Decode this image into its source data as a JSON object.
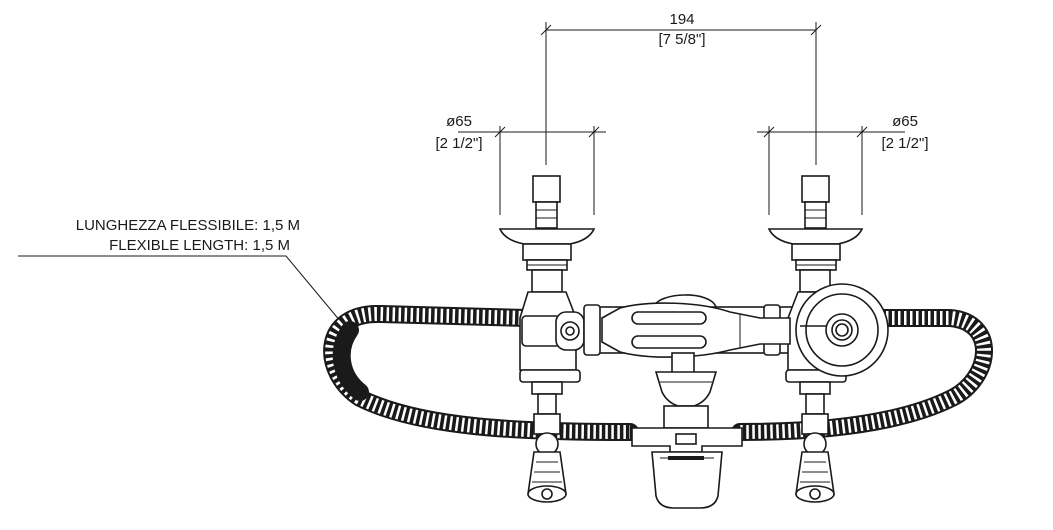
{
  "labels": {
    "width_mm": "194",
    "width_in": "[7 5/8\"]",
    "left_diameter_mm": "ø65",
    "left_diameter_in": "[2 1/2\"]",
    "right_diameter_mm": "ø65",
    "right_diameter_in": "[2 1/2\"]",
    "hose_it": "LUNGHEZZA FLESSIBILE: 1,5 M",
    "hose_en": "FLEXIBLE LENGTH: 1,5 M"
  },
  "colors": {
    "line": "#1a1a1a",
    "background": "#ffffff"
  }
}
